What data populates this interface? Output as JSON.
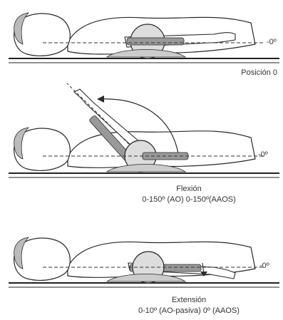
{
  "panels": [
    {
      "id": "position-0",
      "zero_label": "-0º",
      "caption_lines": [
        "Posición 0"
      ]
    },
    {
      "id": "flexion",
      "zero_label": "-0º",
      "caption_lines": [
        "Flexión",
        "0-150º (AO) 0-150º(AAOS)"
      ]
    },
    {
      "id": "extension",
      "zero_label": "-0º",
      "caption_lines": [
        "Extensión",
        "0-10º (AO-pasiva) 0º (AAOS)"
      ]
    }
  ],
  "colors": {
    "line": "#2a2a2a",
    "shading": "#9a9a9a",
    "body": "#ffffff"
  }
}
